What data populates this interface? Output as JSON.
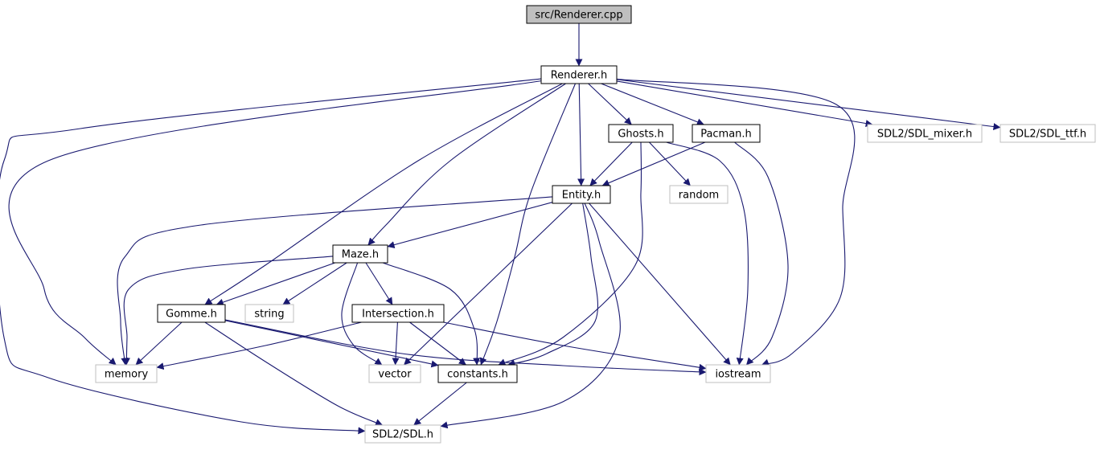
{
  "colors": {
    "edge": "#191970",
    "documented_border": "#000000",
    "undocumented_border": "#bfbfbf",
    "root_fill": "#bfbfbf",
    "fill": "#ffffff"
  },
  "nodes": [
    {
      "id": "root",
      "label": "src/Renderer.cpp",
      "kind": "root"
    },
    {
      "id": "renderer_h",
      "label": "Renderer.h",
      "kind": "documented"
    },
    {
      "id": "ghosts_h",
      "label": "Ghosts.h",
      "kind": "documented"
    },
    {
      "id": "pacman_h",
      "label": "Pacman.h",
      "kind": "documented"
    },
    {
      "id": "sdl_mixer",
      "label": "SDL2/SDL_mixer.h",
      "kind": "external"
    },
    {
      "id": "sdl_ttf",
      "label": "SDL2/SDL_ttf.h",
      "kind": "external"
    },
    {
      "id": "entity_h",
      "label": "Entity.h",
      "kind": "documented"
    },
    {
      "id": "random",
      "label": "random",
      "kind": "external"
    },
    {
      "id": "maze_h",
      "label": "Maze.h",
      "kind": "documented"
    },
    {
      "id": "gomme_h",
      "label": "Gomme.h",
      "kind": "documented"
    },
    {
      "id": "string",
      "label": "string",
      "kind": "external"
    },
    {
      "id": "intersection_h",
      "label": "Intersection.h",
      "kind": "documented"
    },
    {
      "id": "memory",
      "label": "memory",
      "kind": "external"
    },
    {
      "id": "vector",
      "label": "vector",
      "kind": "external"
    },
    {
      "id": "constants_h",
      "label": "constants.h",
      "kind": "documented"
    },
    {
      "id": "iostream",
      "label": "iostream",
      "kind": "external"
    },
    {
      "id": "sdl_h",
      "label": "SDL2/SDL.h",
      "kind": "external"
    }
  ],
  "edges": [
    {
      "from": "root",
      "to": "renderer_h"
    },
    {
      "from": "renderer_h",
      "to": "ghosts_h"
    },
    {
      "from": "renderer_h",
      "to": "pacman_h"
    },
    {
      "from": "renderer_h",
      "to": "sdl_mixer"
    },
    {
      "from": "renderer_h",
      "to": "sdl_ttf"
    },
    {
      "from": "renderer_h",
      "to": "entity_h"
    },
    {
      "from": "renderer_h",
      "to": "maze_h"
    },
    {
      "from": "renderer_h",
      "to": "gomme_h"
    },
    {
      "from": "renderer_h",
      "to": "constants_h"
    },
    {
      "from": "renderer_h",
      "to": "memory"
    },
    {
      "from": "renderer_h",
      "to": "iostream"
    },
    {
      "from": "renderer_h",
      "to": "sdl_h"
    },
    {
      "from": "ghosts_h",
      "to": "entity_h"
    },
    {
      "from": "ghosts_h",
      "to": "random"
    },
    {
      "from": "ghosts_h",
      "to": "constants_h"
    },
    {
      "from": "ghosts_h",
      "to": "iostream"
    },
    {
      "from": "pacman_h",
      "to": "entity_h"
    },
    {
      "from": "pacman_h",
      "to": "iostream"
    },
    {
      "from": "entity_h",
      "to": "maze_h"
    },
    {
      "from": "entity_h",
      "to": "memory"
    },
    {
      "from": "entity_h",
      "to": "vector"
    },
    {
      "from": "entity_h",
      "to": "constants_h"
    },
    {
      "from": "entity_h",
      "to": "iostream"
    },
    {
      "from": "entity_h",
      "to": "sdl_h"
    },
    {
      "from": "maze_h",
      "to": "gomme_h"
    },
    {
      "from": "maze_h",
      "to": "string"
    },
    {
      "from": "maze_h",
      "to": "intersection_h"
    },
    {
      "from": "maze_h",
      "to": "memory"
    },
    {
      "from": "maze_h",
      "to": "vector"
    },
    {
      "from": "maze_h",
      "to": "constants_h"
    },
    {
      "from": "gomme_h",
      "to": "memory"
    },
    {
      "from": "gomme_h",
      "to": "constants_h"
    },
    {
      "from": "gomme_h",
      "to": "iostream"
    },
    {
      "from": "gomme_h",
      "to": "sdl_h"
    },
    {
      "from": "intersection_h",
      "to": "memory"
    },
    {
      "from": "intersection_h",
      "to": "vector"
    },
    {
      "from": "intersection_h",
      "to": "constants_h"
    },
    {
      "from": "intersection_h",
      "to": "iostream"
    },
    {
      "from": "constants_h",
      "to": "sdl_h"
    }
  ]
}
